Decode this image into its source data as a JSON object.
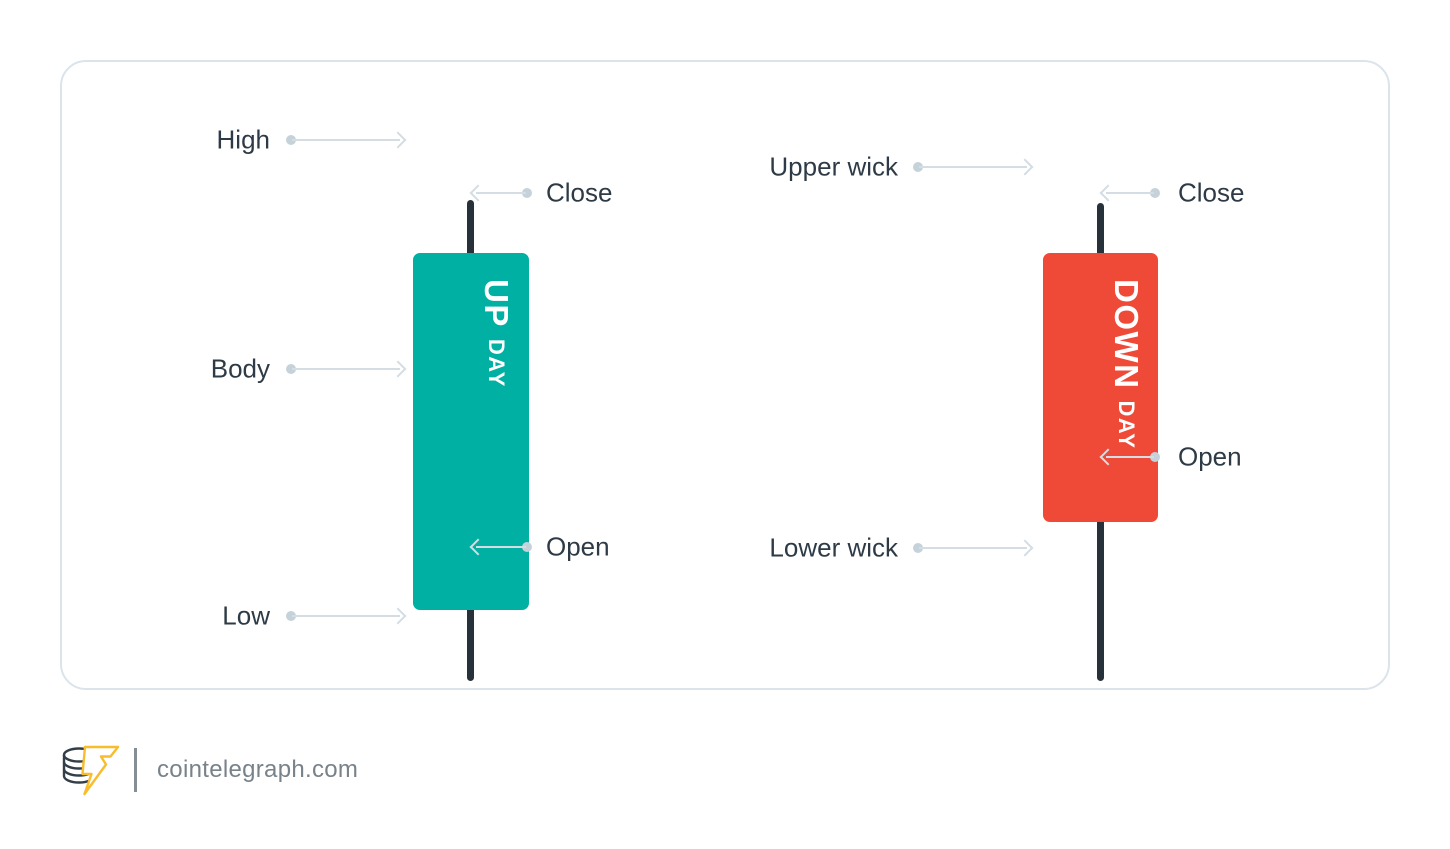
{
  "card": {
    "border_color": "#dbe4ea"
  },
  "up_candle": {
    "name_main": "UP",
    "name_sub": "DAY",
    "body_color": "#00b0a2",
    "wick_color": "#263139",
    "labels": {
      "high": "High",
      "close": "Close",
      "body": "Body",
      "open": "Open",
      "low": "Low"
    }
  },
  "down_candle": {
    "name_main": "DOWN",
    "name_sub": "DAY",
    "body_color": "#ef4a38",
    "wick_color": "#263139",
    "labels": {
      "upper_wick": "Upper wick",
      "close": "Close",
      "open": "Open",
      "lower_wick": "Lower wick"
    }
  },
  "footer": {
    "website": "cointelegraph.com"
  },
  "colors": {
    "arrow_line": "#d4dde4",
    "arrow_dot": "#c6d2da",
    "label_text": "#2e3b46",
    "logo_coin_outline": "#333e48",
    "logo_bolt": "#f7bd2b",
    "footer_text": "#78828b"
  }
}
